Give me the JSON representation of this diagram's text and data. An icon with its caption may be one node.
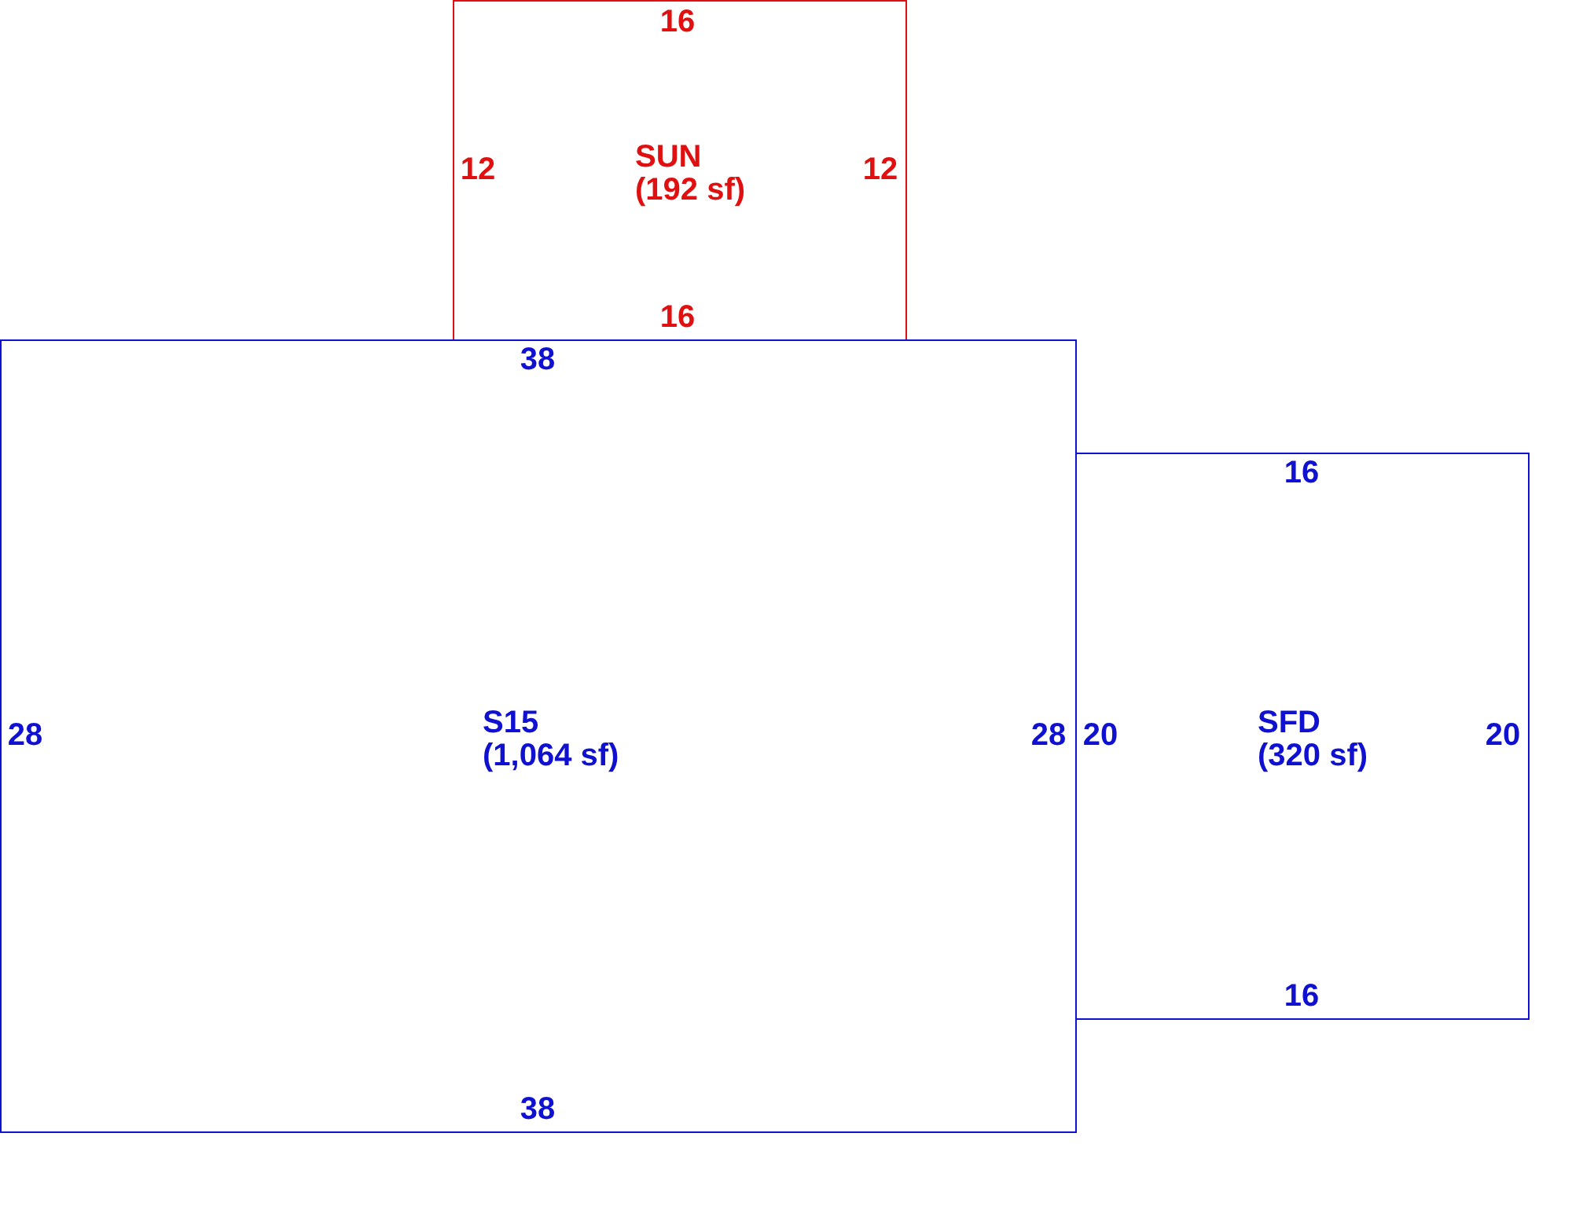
{
  "diagram": {
    "nodes": [
      {
        "text": [
          "SUN",
          "(192 sf)"
        ]
      },
      {
        "text": [
          "S15",
          "(1,064 sf)"
        ]
      },
      {
        "text": [
          "SFD",
          "(320 sf)"
        ]
      }
    ],
    "labels": [
      "16",
      "12",
      "12",
      "16",
      "38",
      "16",
      "28",
      "28",
      "20",
      "20",
      "16",
      "38"
    ]
  }
}
